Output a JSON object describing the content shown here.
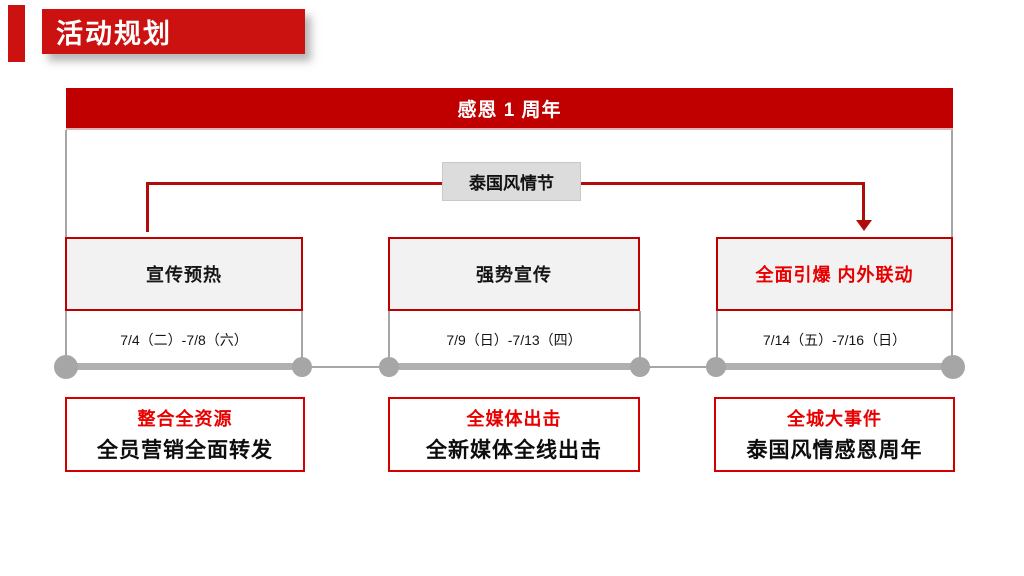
{
  "title": {
    "text": "活动规划"
  },
  "banner": {
    "text": "感恩 1 周年"
  },
  "festival": {
    "text": "泰国风情节"
  },
  "phases": [
    {
      "title": "宣传预热",
      "date": "7/4（二）-7/8（六）",
      "highlight": "整合全资源",
      "detail": "全员营销全面转发"
    },
    {
      "title": "强势宣传",
      "date": "7/9（日）-7/13（四）",
      "highlight": "全媒体出击",
      "detail": "全新媒体全线出击"
    },
    {
      "title": "全面引爆 内外联动",
      "date": "7/14（五）-7/16（日）",
      "highlight": "全城大事件",
      "detail": "泰国风情感恩周年"
    }
  ],
  "colors": {
    "brand-red": "#c00000",
    "banner-red": "#cc1111",
    "bright-red": "#e80000",
    "arrow-red": "#b20b0b",
    "panel-gray": "#f2f2f2",
    "tag-gray": "#dcdcdc",
    "line-gray": "#a6a6a6",
    "thick-gray": "#b0b0b0"
  }
}
